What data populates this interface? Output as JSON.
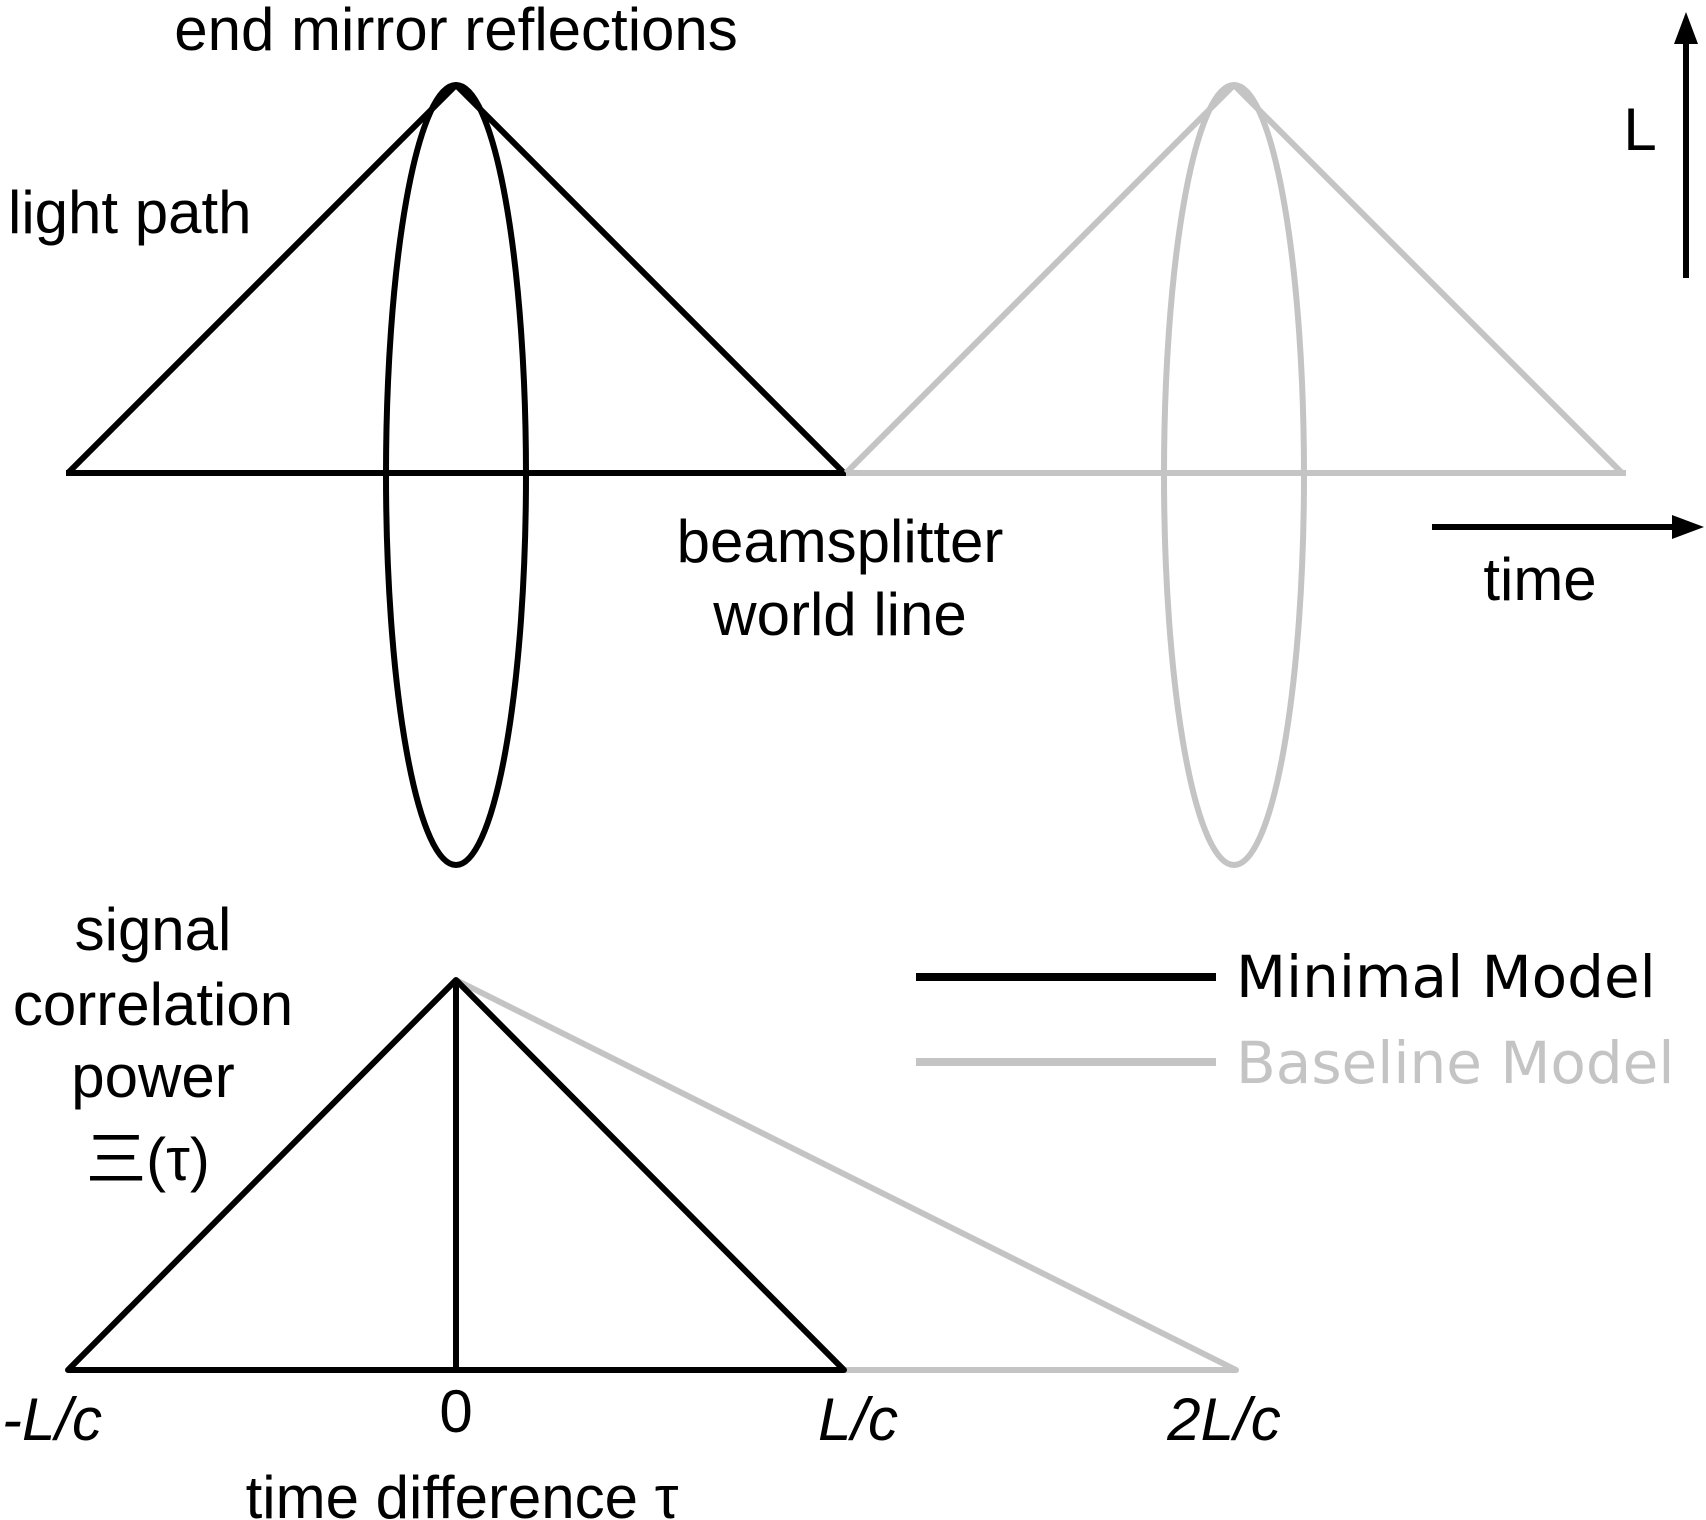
{
  "colors": {
    "minimal": "#000000",
    "baseline": "#c4c4c4",
    "text": "#000000"
  },
  "labels": {
    "end_mirror_reflections": "end mirror reflections",
    "light_path": "light path",
    "beamsplitter_line1": "beamsplitter",
    "beamsplitter_line2": "world line",
    "axis_L": "L",
    "axis_time": "time",
    "signal_line1": "signal",
    "signal_line2": "correlation",
    "signal_line3": "power",
    "signal_line4": "三(τ)",
    "xlabel": "time difference  τ"
  },
  "ticks": [
    "-L/c",
    "0",
    "L/c",
    "2L/c"
  ],
  "legend": [
    {
      "label": "Minimal Model",
      "color": "#000000"
    },
    {
      "label": "Baseline Model",
      "color": "#c4c4c4"
    }
  ]
}
